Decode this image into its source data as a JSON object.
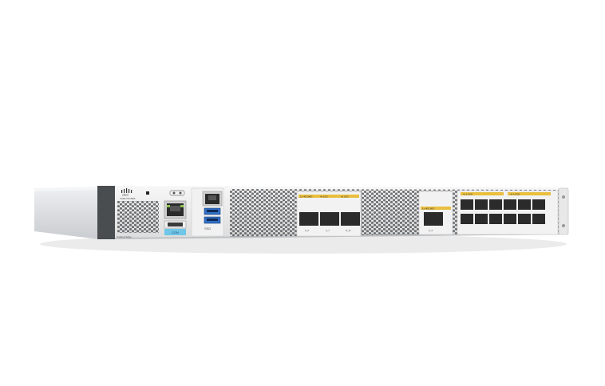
{
  "device": {
    "brand_logo_text": "cisco",
    "model_text": "CATALYST 8500",
    "series_label": "Catalyst Edge",
    "port_group_labels": [
      "1x 40/100G",
      "4x 10G",
      "4x 10G",
      "1x 40/100G",
      "4x 1/10G",
      "4x 1/10G"
    ],
    "port_numbers_bottom": [
      "0_2",
      "4_7",
      "8_11",
      "0_3"
    ],
    "usb_label": "SSD",
    "console_label": "CON"
  },
  "colors": {
    "chassis_front": "#ececec",
    "chassis_side": "#d9dcdf",
    "bezel_dark": "#4a4d50",
    "port_dark": "#2b2b2b",
    "usb_blue": "#2f6fc4",
    "accent_cyan": "#3fb7e6",
    "label_yellow": "#e8b92a"
  }
}
